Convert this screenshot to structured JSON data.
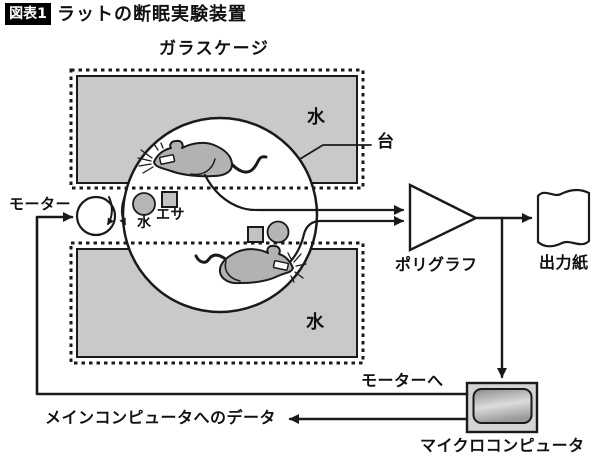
{
  "header": {
    "badge": "図表1",
    "title": "ラットの断眠実験装置"
  },
  "diagram": {
    "cage_label": "ガラスケージ",
    "water_top_label": "水",
    "platform_label": "台",
    "motor_label": "モーター",
    "water_dish_label": "水",
    "food_label": "エサ",
    "polygraph_label": "ポリグラフ",
    "output_paper_label": "出力紙",
    "water_bottom_label": "水",
    "to_motor_label": "モーターへ",
    "microcomputer_label": "マイクロコンピュータ",
    "data_to_main_label": "メインコンピュータへのデータ"
  },
  "icons": {
    "rat_top": "rat-facing-left-icon",
    "rat_bottom": "rat-facing-right-icon",
    "motor_wheel": "motor-wheel-icon",
    "rotation_arrows": "downward-rotation-arrows-icon",
    "polygraph": "amplifier-triangle-icon",
    "output_paper": "wavy-chart-paper-icon",
    "microcomputer": "microcomputer-screen-icon"
  },
  "colors": {
    "line": "#1a1a1a",
    "tank_fill": "#c9c9c9",
    "rat_fill": "#b2b2b2",
    "dish_fill": "#b5b5b5",
    "food_fill": "#c3c3c3",
    "device_fill": "#d4d4d4",
    "screen_dark": "#8a8a8a",
    "screen_light": "#dcdcdc",
    "badge_bg": "#000000",
    "badge_text": "#ffffff",
    "background": "#ffffff"
  }
}
